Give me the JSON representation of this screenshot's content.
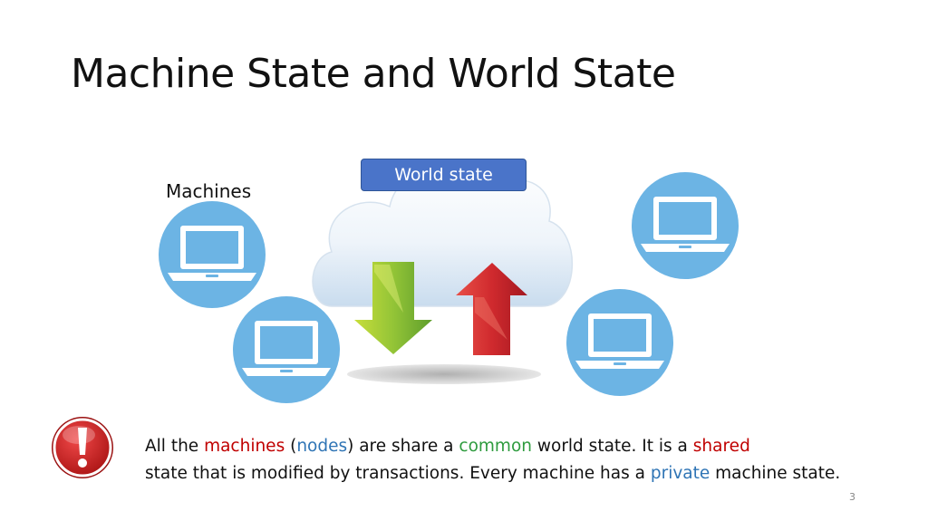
{
  "title": "Machine State and World State",
  "labels": {
    "machines": "Machines",
    "world_state": "World state"
  },
  "note": {
    "line1": [
      {
        "text": "All the ",
        "color": "default"
      },
      {
        "text": "machines",
        "color": "red"
      },
      {
        "text": " (",
        "color": "default"
      },
      {
        "text": "nodes",
        "color": "blue"
      },
      {
        "text": ") are share a ",
        "color": "default"
      },
      {
        "text": "common",
        "color": "green"
      },
      {
        "text": " world state. It is a ",
        "color": "default"
      },
      {
        "text": "shared",
        "color": "red"
      }
    ],
    "line2": [
      {
        "text": "state that is modified by transactions. Every machine has a ",
        "color": "default"
      },
      {
        "text": "private",
        "color": "blue"
      },
      {
        "text": " machine state.",
        "color": "default"
      }
    ]
  },
  "page_number": "3",
  "icons": {
    "machine": "laptop-icon",
    "world": "cloud-icon",
    "down": "arrow-down-icon",
    "up": "arrow-up-icon",
    "alert": "exclamation-icon"
  },
  "colors": {
    "machine_circle": "#6cb4e4",
    "badge": "#4a74c9",
    "arrow_down": "#7ab83a",
    "arrow_up": "#c9202a",
    "alert": "#d22a2a",
    "text_red": "#c00000",
    "text_blue": "#2e74b5",
    "text_green": "#2e9b3e"
  }
}
